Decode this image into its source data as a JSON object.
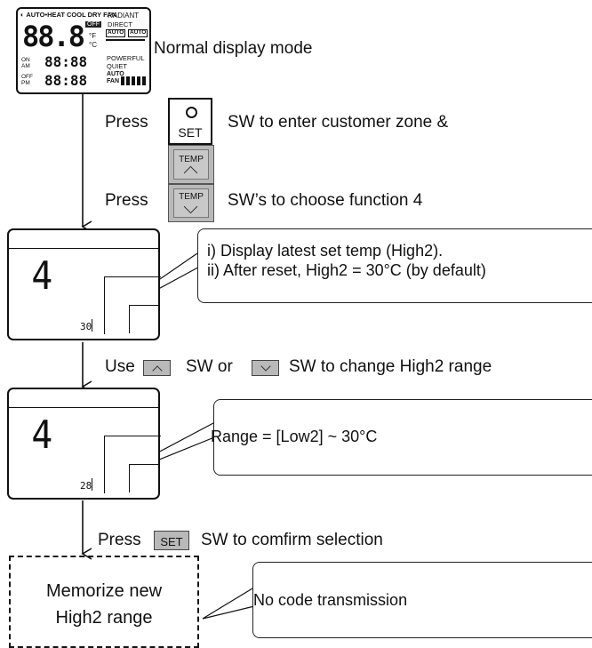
{
  "remote": {
    "mode_bar": "◐ AUTO•HEAT COOL DRY FAN",
    "big_digits": "88.8",
    "unit_f": "°F",
    "unit_c": "°C",
    "radiant": "RADIANT",
    "direct": "DIRECT",
    "auto1": "AUTO",
    "auto2": "AUTO",
    "off": "OFF",
    "powerful": "POWERFUL",
    "quiet": "QUIET",
    "auto_fan_1": "AUTO",
    "auto_fan_2": "FAN",
    "on_am": "ON\nAM",
    "off_pm": "OFF\nPM",
    "timer1": "88:88",
    "timer2": "88:88"
  },
  "steps": {
    "normal_display": "Normal display mode",
    "press1": "Press",
    "set_key": "SET",
    "enter_zone": "SW to enter customer zone &",
    "temp_up": "TEMP",
    "temp_down": "TEMP",
    "press2": "Press",
    "choose_function": "SW’s to choose function 4",
    "use": "Use",
    "sw_or": "SW or",
    "change_range": "SW to change High2 range",
    "press3": "Press",
    "set_key2": "SET",
    "confirm": "SW to comfirm selection"
  },
  "lcd1": {
    "digit": "4",
    "small": "30"
  },
  "lcd2": {
    "digit": "4",
    "small": "28"
  },
  "callout1": {
    "line1": "i)  Display latest set temp (High2).",
    "line2": "ii) After reset, High2 = 30°C (by default)"
  },
  "callout2": {
    "line1": "Range = [Low2] ~ 30°C"
  },
  "memorize": {
    "line1": "Memorize new",
    "line2": "High2 range"
  },
  "callout3": {
    "line1": "No code transmission"
  }
}
